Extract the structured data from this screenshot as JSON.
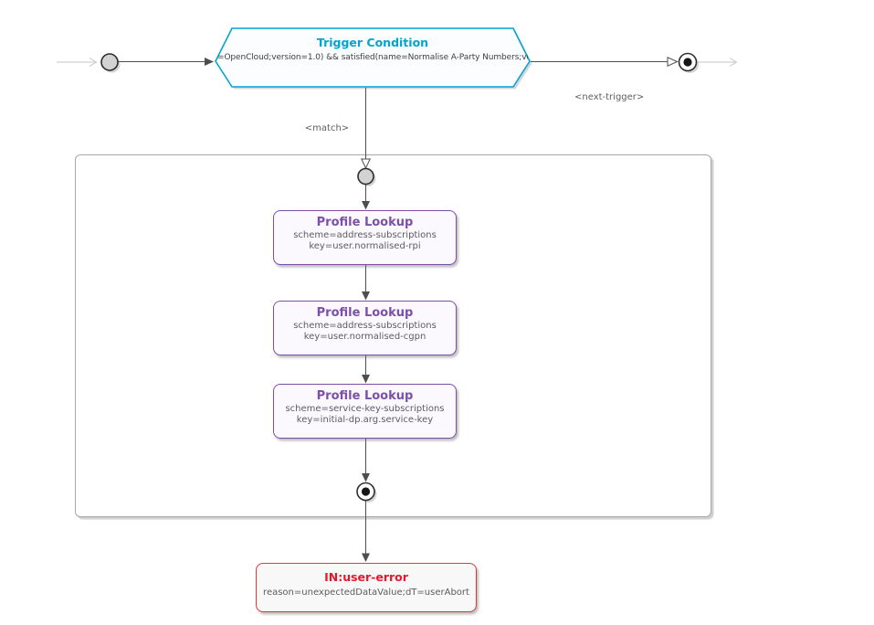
{
  "diagram": {
    "trigger_condition": {
      "title": "Trigger Condition",
      "expression": "=OpenCloud;version=1.0) && satisfied(name=Normalise A-Party Numbers;ve"
    },
    "edge_labels": {
      "match": "<match>",
      "next_trigger": "<next-trigger>"
    },
    "profile_lookups": [
      {
        "title": "Profile Lookup",
        "params": [
          "scheme=address-subscriptions",
          "key=user.normalised-rpi"
        ]
      },
      {
        "title": "Profile Lookup",
        "params": [
          "scheme=address-subscriptions",
          "key=user.normalised-cgpn"
        ]
      },
      {
        "title": "Profile Lookup",
        "params": [
          "scheme=service-key-subscriptions",
          "key=initial-dp.arg.service-key"
        ]
      }
    ],
    "error_state": {
      "title": "IN:user-error",
      "detail": "reason=unexpectedDataValue;dT=userAbort"
    },
    "colors": {
      "trigger_accent": "#00a5d4",
      "lookup_accent": "#7c4fa9",
      "error_accent": "#e8182c",
      "transition_line": "#4e4e4e",
      "external_line": "#c6c6c6",
      "body_text": "#5c5c5c"
    }
  }
}
